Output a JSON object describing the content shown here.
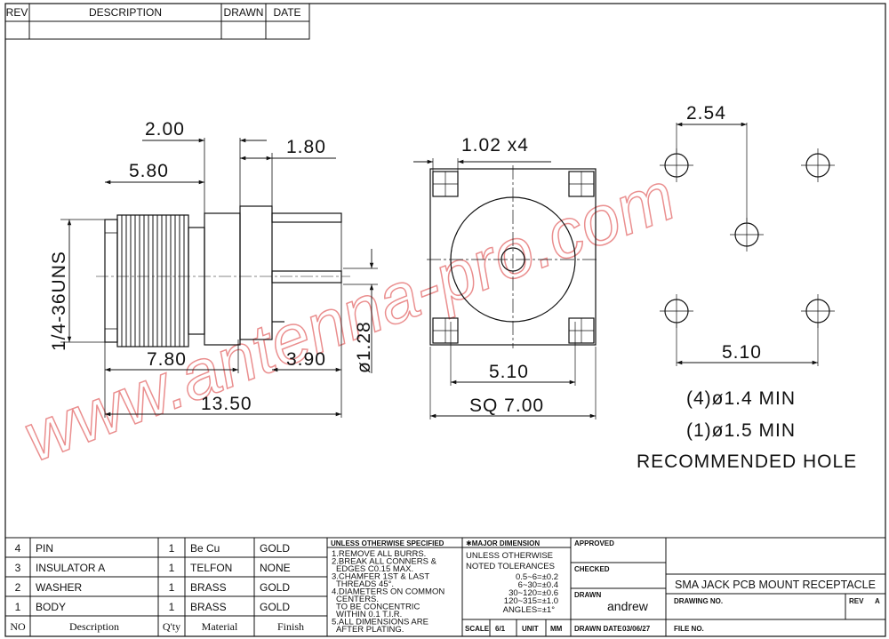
{
  "revision_block": {
    "headers": [
      "REV",
      "DESCRIPTION",
      "DRAWN",
      "DATE"
    ]
  },
  "dimensions": {
    "side_view": {
      "d_2_00": "2.00",
      "d_1_80": "1.80",
      "d_5_80": "5.80",
      "thread": "1/4-36UNS",
      "d_dia_1_28": "ø1.28",
      "d_7_80": "7.80",
      "d_3_90": "3.90",
      "d_13_50": "13.50"
    },
    "front_view": {
      "d_1_02x4": "1.02 x4",
      "d_5_10": "5.10",
      "d_sq_7_00": "SQ 7.00"
    },
    "hole_pattern": {
      "d_2_54": "2.54",
      "d_5_10": "5.10",
      "note_line1": "(4)ø1.4  MIN",
      "note_line2": "(1)ø1.5  MIN",
      "note_line3": "RECOMMENDED HOLE"
    }
  },
  "watermark": "www.antenna-pro.com",
  "bom": {
    "rows": [
      {
        "no": "4",
        "description": "PIN",
        "qty": "1",
        "material": "Be Cu",
        "finish": "GOLD"
      },
      {
        "no": "3",
        "description": "INSULATOR A",
        "qty": "1",
        "material": "TELFON",
        "finish": "NONE"
      },
      {
        "no": "2",
        "description": "WASHER",
        "qty": "1",
        "material": "BRASS",
        "finish": "GOLD"
      },
      {
        "no": "1",
        "description": "BODY",
        "qty": "1",
        "material": "BRASS",
        "finish": "GOLD"
      }
    ],
    "headers": {
      "no": "NO",
      "description": "Description",
      "qty": "Q'ty",
      "material": "Material",
      "finish": "Finish"
    }
  },
  "notes": {
    "title": "UNLESS OTHERWISE SPECIFIED",
    "lines": [
      "1.REMOVE ALL BURRS.",
      "2.BREAK ALL CONNERS &",
      "  EDGES C0.15 MAX.",
      "3.CHAMFER 1ST & LAST",
      "  THREADS 45°.",
      "4.DIAMETERS ON COMMON",
      "  CENTERS.",
      "  TO BE CONCENTRIC",
      "  WITHIN 0.1 T.I.R.",
      "5.ALL DIMENSIONS ARE",
      "  AFTER PLATING."
    ]
  },
  "tolerances": {
    "title": "✱MAJOR DIMENSION",
    "line1": "UNLESS OTHERWISE",
    "line2": "NOTED TOLERANCES",
    "rows": [
      "0.5~6=±0.2",
      "6~30=±0.4",
      "30~120=±0.6",
      "120~315=±1.0",
      "ANGLES=±1°"
    ],
    "scale_label": "SCALE",
    "scale_value": "6/1",
    "unit_label": "UNIT",
    "unit_value": "MM"
  },
  "title_block": {
    "approved": "APPROVED",
    "checked": "CHECKED",
    "drawn": "DRAWN",
    "drawn_by": "andrew",
    "drawn_date_label": "DRAWN DATE",
    "drawn_date": "03/06/27",
    "title": "SMA JACK PCB MOUNT RECEPTACLE",
    "drawing_no_label": "DRAWING NO.",
    "rev_label": "REV",
    "rev_value": "A",
    "file_no_label": "FILE NO."
  }
}
